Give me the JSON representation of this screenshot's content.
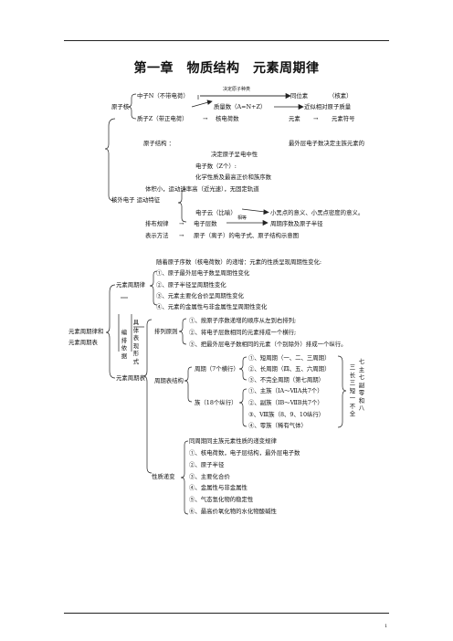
{
  "page": {
    "title": "第一章　物质结构　元素周期律",
    "page_number": "1"
  },
  "atom": {
    "top_label": "决定原子种类",
    "nucleus": "原子核",
    "neutron": "中子N（不带电荷）",
    "isotope": "同位素",
    "nuclide": "（核素）",
    "mass_number": "质量数（A=N+Z）",
    "approx_mass": "近似相对原子质量",
    "proton": "质子Z（带正电荷）",
    "arrow": "→",
    "nuclear_charge": "核电荷数",
    "element": "元素",
    "element_symbol": "元素符号",
    "structure": "原子结构 ：",
    "outer_electrons": "最外层电子数决定主族元素的",
    "neutral": "决定原子呈电中性",
    "electron_count": "电子数（Z个）:",
    "chem_props": "化学性质及最高正价和族序数",
    "motion": "体积小，运动速率高（近光速），无固定轨道",
    "outside_electrons": "核外电子 运动特征",
    "cloud": "电子云（比喻）",
    "cloud_desc": "小黑点的意义、小黑点密度的意义。",
    "rule": "排布规律",
    "shells": "电子层数",
    "equal": "相等",
    "period_eq": "周期序数及原子半径",
    "represent": "表示方法",
    "represent_desc": "原子（离子）的电子式、原子结构示意图"
  },
  "law": {
    "intro": "随着原子序数（核电荷数）的递增：元素的性质呈现周期性变化:",
    "items": [
      "①、原子最外层电子数呈周期性变化",
      "②、原子半径呈周期性变化",
      "③、元素主要化合价呈周期性变化",
      "④、元素的金属性与非金属性呈周期性变化"
    ],
    "law_label": "元素周期律",
    "root_label_1": "元素周期律和",
    "root_label_2": "元素周期表",
    "vert_left": "编排依据",
    "vert_right": "具体表现形式",
    "table_label": "元素周期表",
    "arrange_label": "排列原则",
    "arrange_items": [
      "①、按原子序数递增的顺序从左到右排列;",
      "②、将电子层数相同的元素排成一个横行;",
      "③、把最外层电子数相同的元素（个别除外）排成一个纵行。"
    ],
    "structure_label": "周期表结构",
    "period_label": "周期（7个横行）",
    "period_items": [
      "①、短周期（一、二、三周期）",
      "②、长周期（四、五、六周期）",
      "③、不完全周期（第七周期）"
    ],
    "group_label": "族（18个纵行）",
    "group_items": [
      "①、主族（ⅠA～ⅦA共7个）",
      "②、副族（ⅠB～ⅦB共7个）",
      "③、Ⅷ族（8、9、10纵行）",
      "④、零族（稀有气体）"
    ],
    "side_note_1": "七主七副零和八",
    "side_note_2": "三长三短一不全",
    "trend_label": "性质递变",
    "trend_items": [
      "同周期同主族元素性质的递变规律",
      "①、核电荷数，电子层结构，最外层电子数",
      "②、原子半径",
      "③、主要化合价",
      "④、金属性与非金属性",
      "⑤、气态氢化物的稳定性",
      "⑥、最高价氧化物的水化物酸碱性"
    ]
  }
}
